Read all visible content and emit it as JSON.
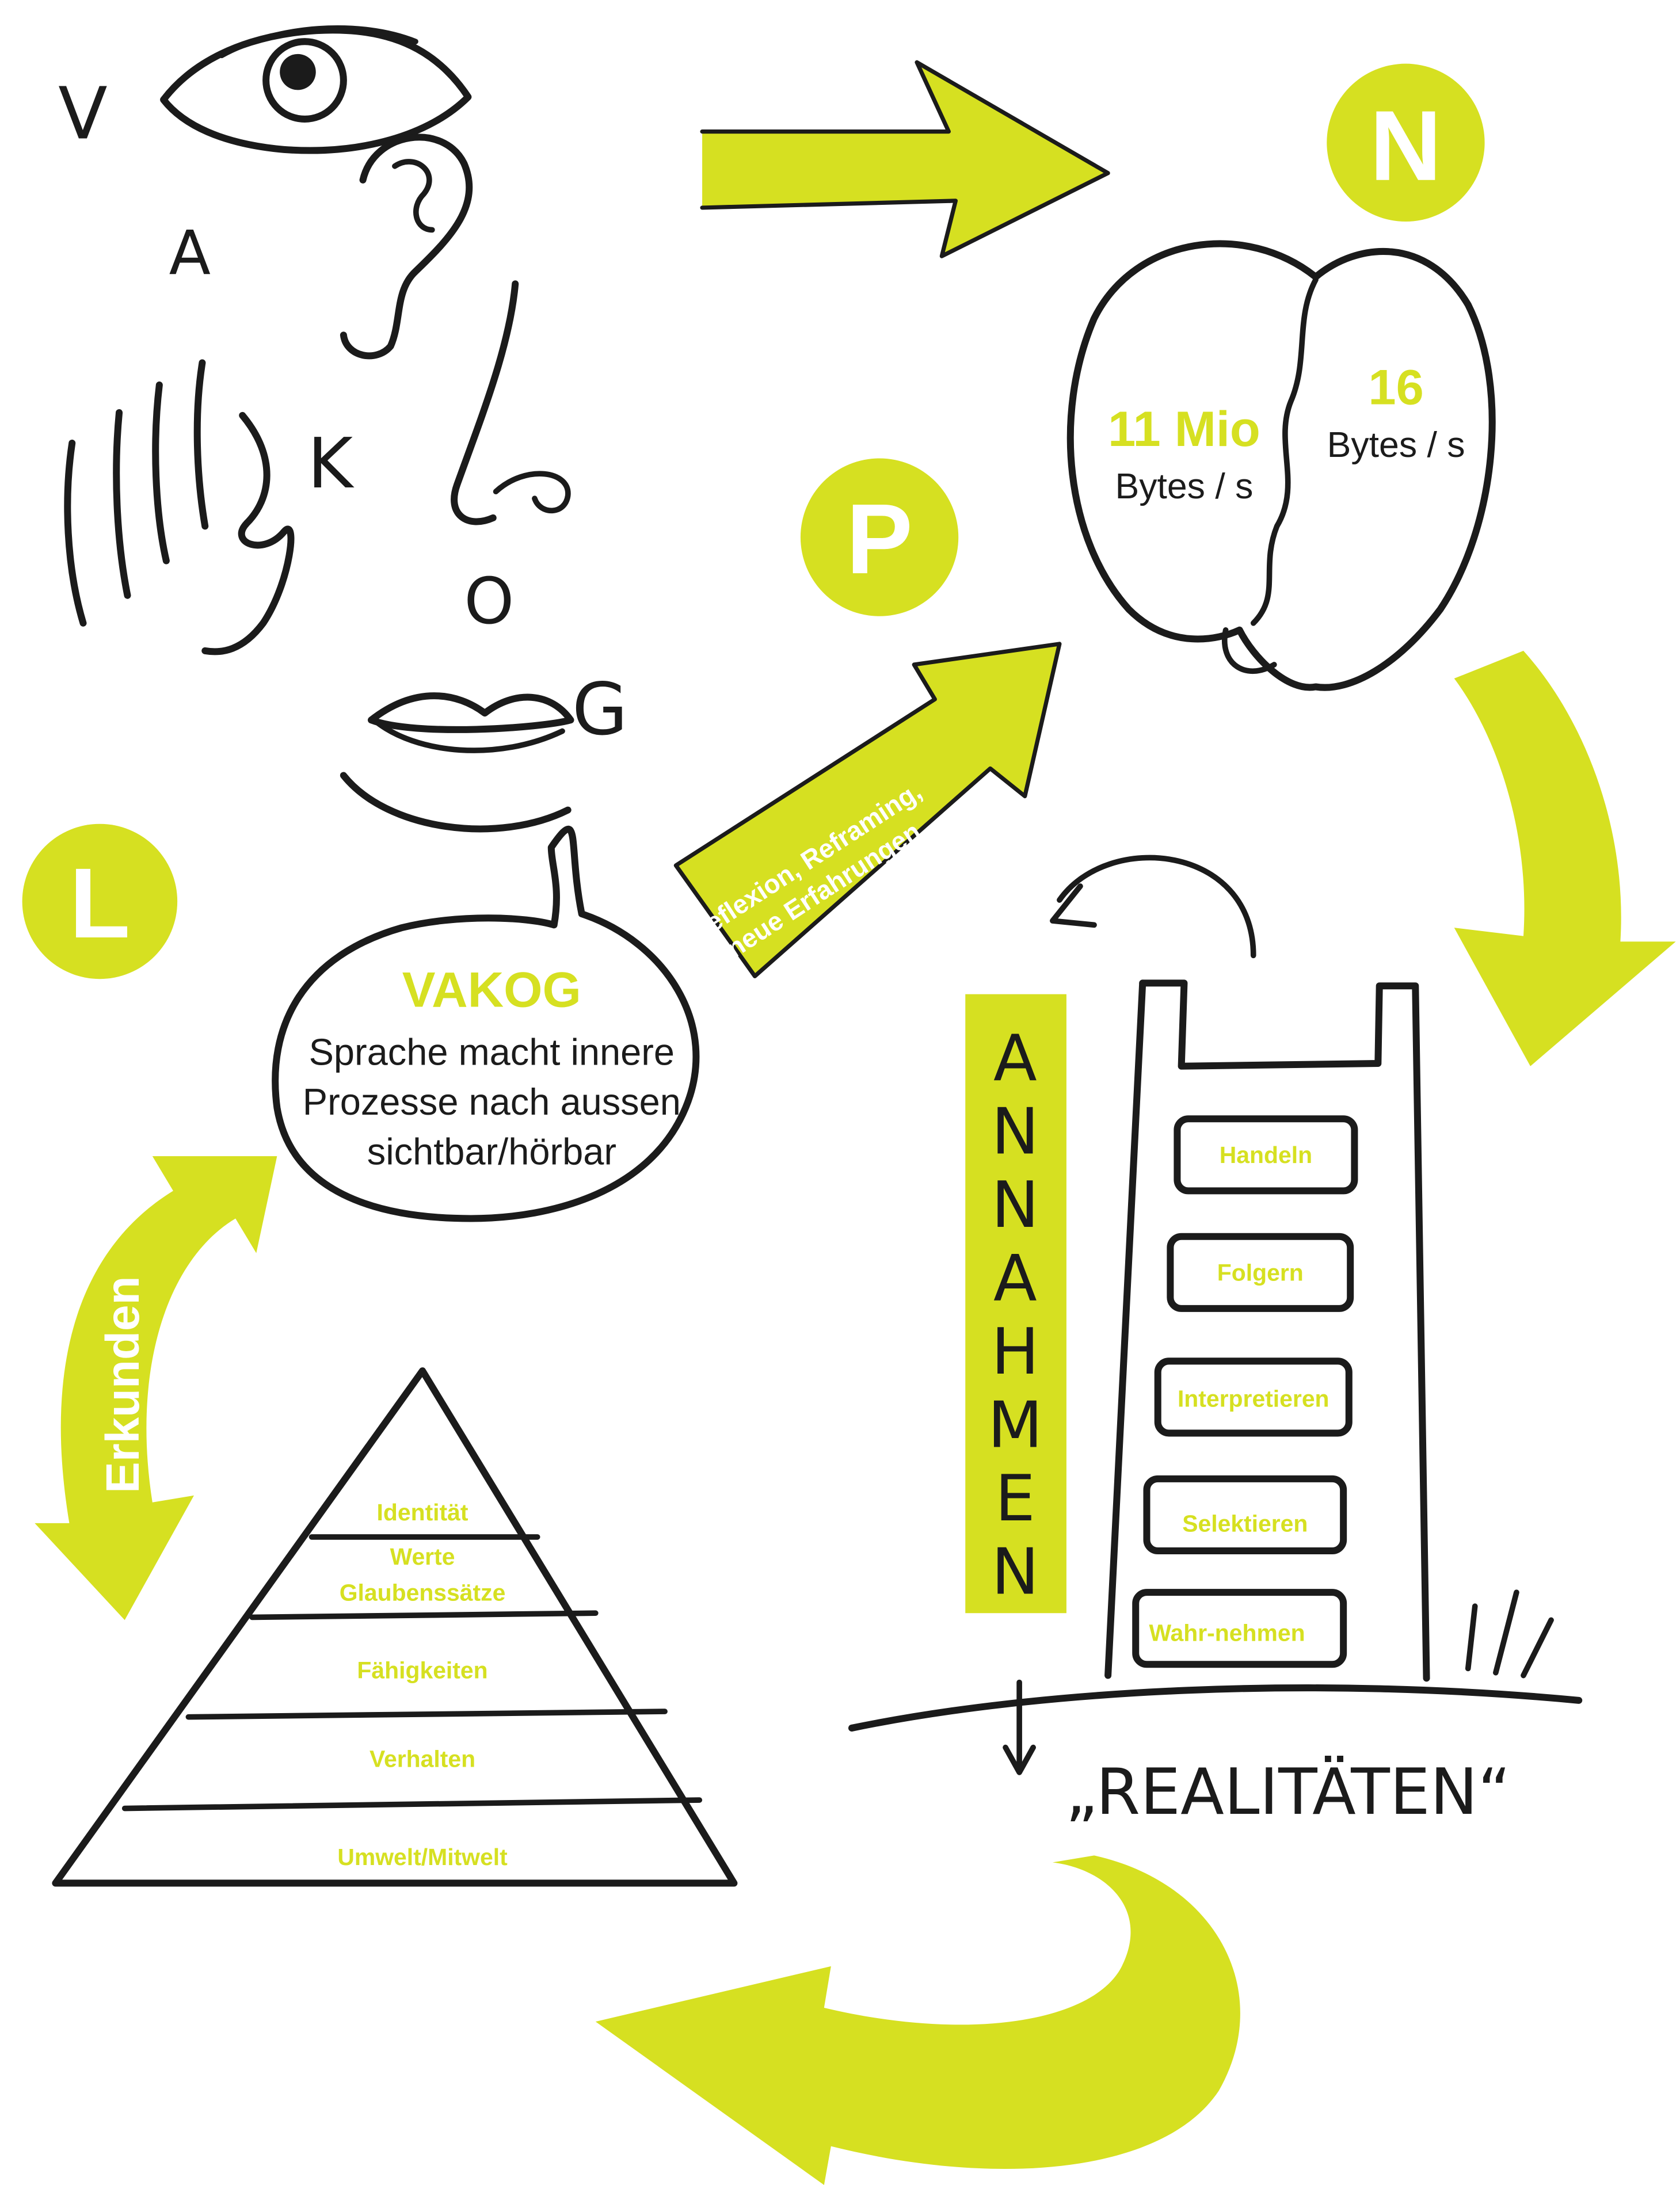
{
  "colors": {
    "accent": "#d6e021",
    "ink": "#1b1b1b",
    "background": "#ffffff"
  },
  "senses": {
    "v": "V",
    "a": "A",
    "k": "K",
    "o": "O",
    "g": "G"
  },
  "circles": {
    "n": "N",
    "p": "P",
    "l": "L"
  },
  "brain": {
    "left_value": "11 Mio",
    "left_unit": "Bytes / s",
    "right_value": "16",
    "right_unit": "Bytes / s"
  },
  "arrow_p": {
    "line1": "Reflexion, Reframing,",
    "line2": "neue Erfahrungen"
  },
  "bubble": {
    "title": "VAKOG",
    "line1": "Sprache macht innere",
    "line2": "Prozesse nach aussen",
    "line3": "sichtbar/hörbar"
  },
  "erkunden": "Erkunden",
  "annahmen": [
    "A",
    "N",
    "N",
    "A",
    "H",
    "M",
    "E",
    "N"
  ],
  "ladder": [
    "Handeln",
    "Folgern",
    "Interpretieren",
    "Selektieren",
    "Wahr-nehmen"
  ],
  "realitaeten": "„REALITÄTEN“",
  "pyramid": [
    "Identität",
    "Werte",
    "Glaubenssätze",
    "Fähigkeiten",
    "Verhalten",
    "Umwelt/Mitwelt"
  ]
}
